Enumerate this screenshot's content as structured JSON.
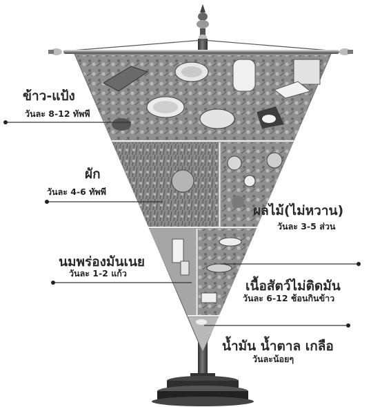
{
  "groups": {
    "grains": {
      "name": "ข้าว-แป้ง",
      "serving": "วันละ 8-12 ทัพพี"
    },
    "veg": {
      "name": "ผัก",
      "serving": "วันละ 4-6 ทัพพี"
    },
    "fruit": {
      "name": "ผลไม้(ไม่หวาน)",
      "serving": "วันละ 3-5 ส่วน"
    },
    "milk": {
      "name": "นมพร่องมันเนย",
      "serving": "วันละ 1-2 แก้ว"
    },
    "meat": {
      "name": "เนื้อสัตว์ไม่ติดมัน",
      "serving": "วันละ 6-12 ช้อนกินข้าว"
    },
    "fat": {
      "name": "น้ำมัน น้ำตาล เกลือ",
      "serving": "วันละน้อยๆ"
    }
  },
  "colors": {
    "pyramid_fill": "#9a9a9a",
    "pole": "#4a4a4a",
    "line": "#333333",
    "text": "#222222"
  },
  "icons": [
    "finial-icon",
    "rod-end-icon",
    "food-photo-icon",
    "pedestal-base-icon"
  ]
}
